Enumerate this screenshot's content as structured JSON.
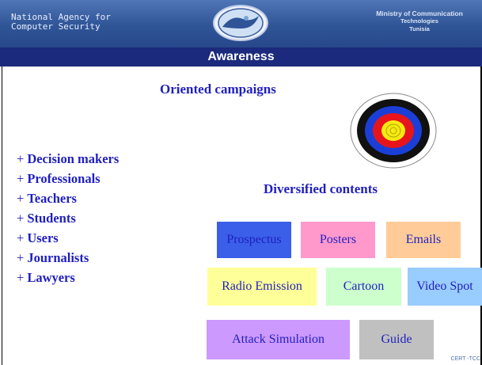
{
  "header": {
    "agency_line1": "National Agency for",
    "agency_line2": "Computer Security",
    "ministry_line1": "Ministry of Communication",
    "ministry_line2": "Technologies",
    "ministry_line3": "Tunisia"
  },
  "title": "Awareness",
  "oriented_heading": "Oriented campaigns",
  "audiences": [
    {
      "prefix": "+",
      "label": "Decision makers"
    },
    {
      "prefix": "+",
      "label": "Professionals"
    },
    {
      "prefix": "+",
      "label": "Teachers"
    },
    {
      "prefix": "+",
      "label": "Students"
    },
    {
      "prefix": "+",
      "label": "Users"
    },
    {
      "prefix": "+",
      "label": "Journalists"
    },
    {
      "prefix": "+",
      "label": "Lawyers"
    }
  ],
  "diversified_heading": "Diversified contents",
  "contents": [
    {
      "label": "Prospectus",
      "color": "#3b5fe8"
    },
    {
      "label": "Posters",
      "color": "#ff99cc"
    },
    {
      "label": "Emails",
      "color": "#ffcc99"
    },
    {
      "label": "Radio Emission",
      "color": "#ffff99"
    },
    {
      "label": "Cartoon",
      "color": "#ccffcc"
    },
    {
      "label": "Video Spot",
      "color": "#99ccff"
    },
    {
      "label": "Attack Simulation",
      "color": "#cc99ff"
    },
    {
      "label": "Guide",
      "color": "#c0c0c0"
    }
  ],
  "footer": "CERT -TCC",
  "colors": {
    "title_bar": "#1b2a7c",
    "header": "#2f5597",
    "text": "#1f1fbf"
  }
}
